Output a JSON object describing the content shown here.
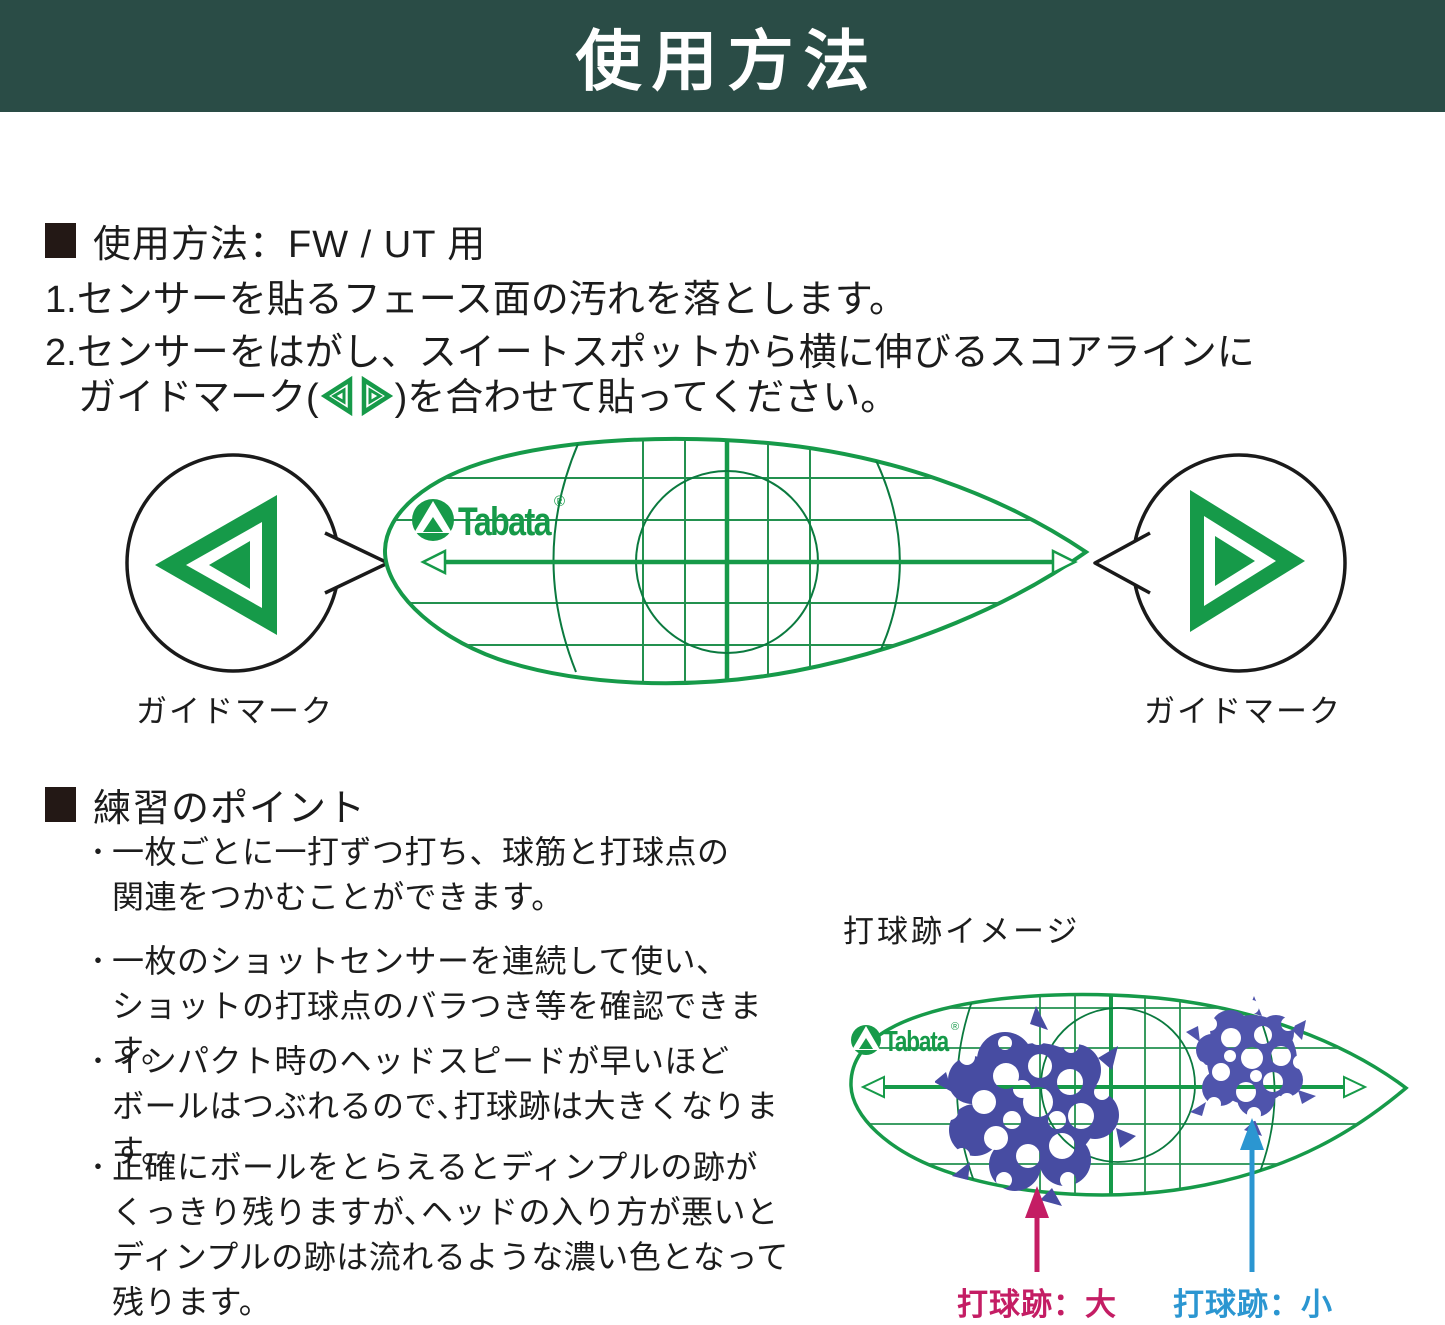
{
  "banner": {
    "title": "使用方法"
  },
  "colors": {
    "banner_bg": "#2a4c46",
    "green": "#169a49",
    "grid_green": "#23914f",
    "dark_green": "#0b7a3f",
    "ink_blue_large": "#474ca2",
    "ink_blue_small": "#4f54ac",
    "pink": "#c41d64",
    "blue": "#2b96d1"
  },
  "section1": {
    "heading": "使用方法：FW / UT 用",
    "step1": "1.センサーを貼るフェース面の汚れを落とします。",
    "step2": "2.センサーをはがし、スイートスポットから横に伸びるスコアラインに",
    "step2b_prefix": "ガイドマーク(",
    "step2b_suffix": ")を合わせて貼ってください。"
  },
  "diagram1": {
    "left_callout_label": "ガイドマーク",
    "right_callout_label": "ガイドマーク",
    "logo_text": "Tabata",
    "logo_reg": "®"
  },
  "section2": {
    "heading": "練習のポイント",
    "bullet_marker": "・",
    "bullets": [
      "一枚ごとに一打ずつ打ち、球筋と打球点の\n関連をつかむことができます。",
      "一枚のショットセンサーを連続して使い、\nショットの打球点のバラつき等を確認できます。",
      "インパクト時のヘッドスピードが早いほど\nボールはつぶれるので､打球跡は大きくなります。",
      "正確にボールをとらえるとディンプルの跡が\nくっきり残りますが､ヘッドの入り方が悪いと\nディンプルの跡は流れるような濃い色となって\n残ります。"
    ]
  },
  "diagram2": {
    "caption": "打球跡イメージ",
    "logo_text": "Tabata",
    "logo_reg": "®",
    "label_large": "打球跡：大",
    "label_small": "打球跡：小"
  }
}
